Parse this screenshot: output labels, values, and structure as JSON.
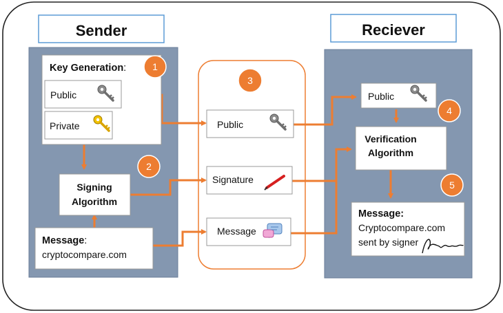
{
  "sender": {
    "title": "Sender",
    "key_generation": {
      "label": "Key Generation",
      "colon": ":"
    },
    "public_label": "Public",
    "private_label": "Private",
    "signing": {
      "line1": "Signing",
      "line2": "Algorithm"
    },
    "message": {
      "label": "Message",
      "colon": ":",
      "value": "cryptocompare.com"
    }
  },
  "channel": {
    "public_label": "Public",
    "signature_label": "Signature",
    "message_label": "Message"
  },
  "receiver": {
    "title": "Reciever",
    "public_label": "Public",
    "verification": {
      "line1": "Verification",
      "line2": "Algorithm"
    },
    "message": {
      "label": "Message:",
      "line1": "Cryptocompare.com",
      "line2": "sent by signer"
    }
  },
  "steps": [
    "1",
    "2",
    "3",
    "4",
    "5"
  ],
  "colors": {
    "accent": "#ED7D31",
    "panel": "#8497B0",
    "title_border": "#5B9BD5",
    "public_key": "#8C8C8C",
    "private_key": "#F2C200",
    "pen": "#D62020"
  },
  "icons": {
    "key": "key-icon",
    "pen": "pen-icon",
    "chat": "chat-bubbles-icon",
    "signature": "signature-scribble-icon"
  }
}
